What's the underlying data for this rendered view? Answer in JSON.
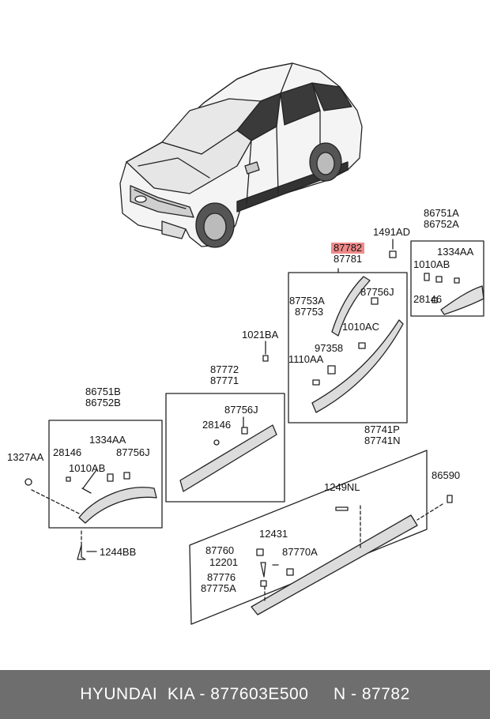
{
  "diagram": {
    "labels": {
      "p86751A": "86751A",
      "p86752A": "86752A",
      "p1491AD": "1491AD",
      "p87782": "87782",
      "p87781": "87781",
      "p1334AA_r": "1334AA",
      "p1010AB_r": "1010AB",
      "p28146_r": "28146",
      "p87753A": "87753A",
      "p87753": "87753",
      "p87756J_r": "87756J",
      "p1010AC": "1010AC",
      "p1021BA": "1021BA",
      "p97358": "97358",
      "p1110AA": "1110AA",
      "p87772": "87772",
      "p87771": "87771",
      "p87756J_m": "87756J",
      "p28146_m": "28146",
      "p86751B": "86751B",
      "p86752B": "86752B",
      "p1334AA_l": "1334AA",
      "p1327AA": "1327AA",
      "p28146_l": "28146",
      "p87756J_l": "87756J",
      "p1010AB_l": "1010AB",
      "p1244BB": "1244BB",
      "p87741P": "87741P",
      "p87741N": "87741N",
      "p86590": "86590",
      "p1249NL": "1249NL",
      "p12431": "12431",
      "p87760": "87760",
      "p87770A": "87770A",
      "p12201": "12201",
      "p87776": "87776",
      "p87775A": "87775A"
    }
  },
  "footer": {
    "text": "HYUNDAI  KIA - 877603E500     N - 87782"
  }
}
